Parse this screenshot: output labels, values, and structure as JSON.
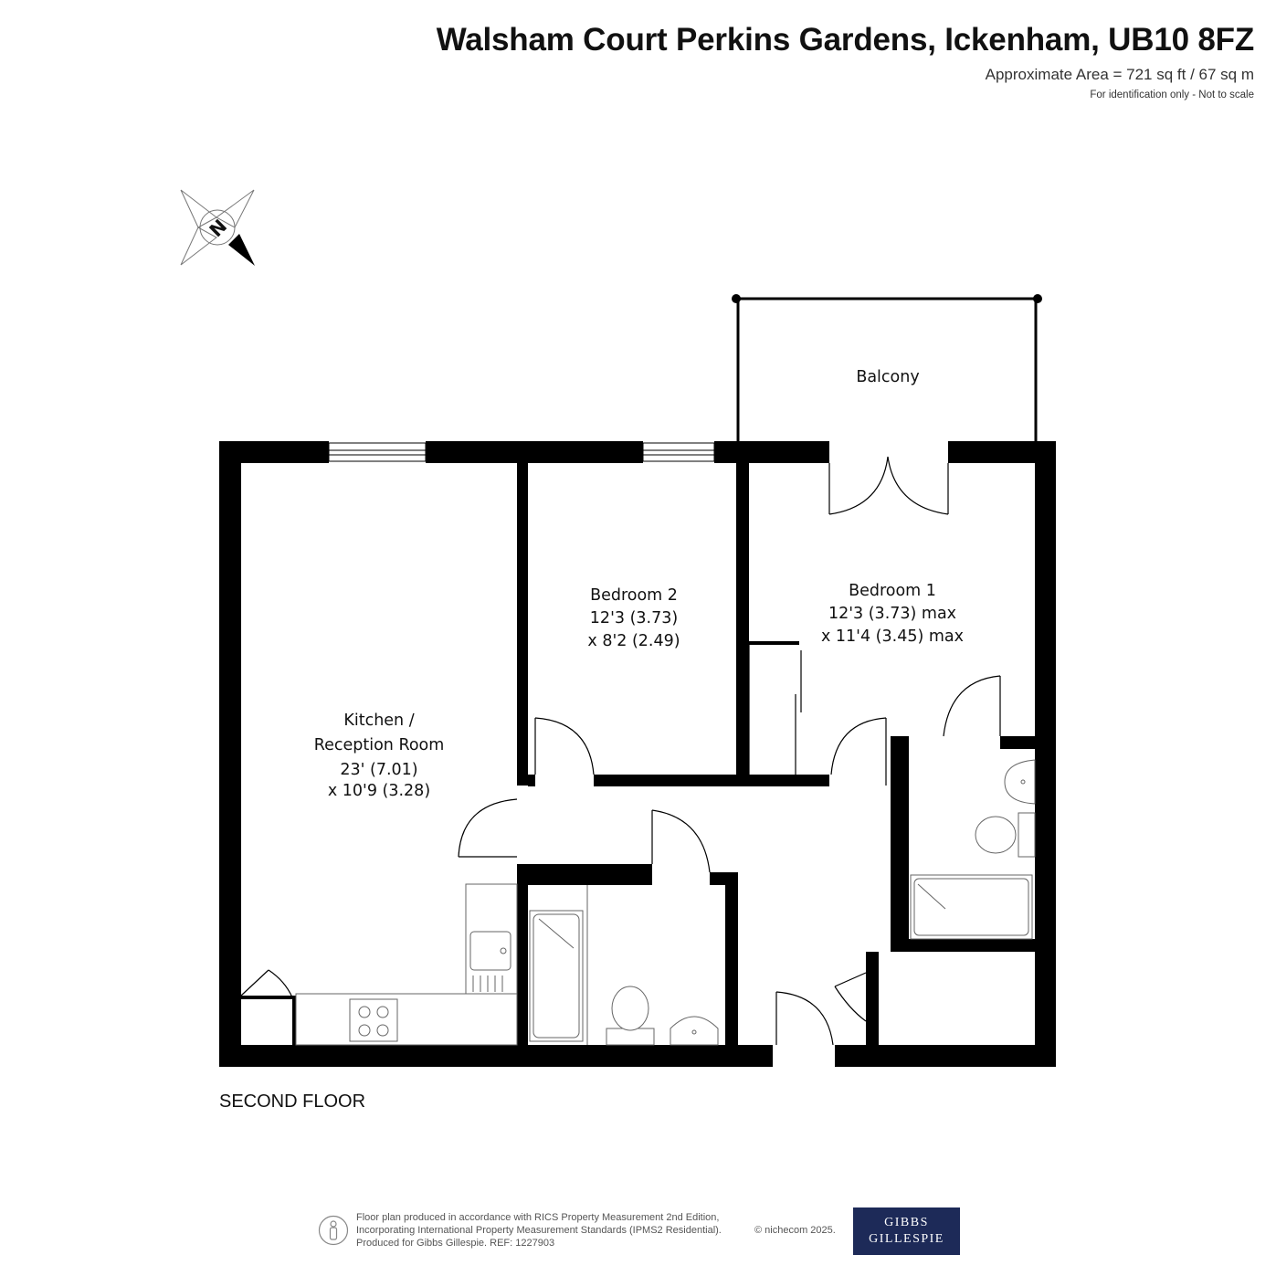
{
  "header": {
    "title": "Walsham Court Perkins Gardens, Ickenham, UB10 8FZ",
    "area": "Approximate Area = 721 sq ft / 67 sq m",
    "note": "For identification only - Not to scale"
  },
  "compass": {
    "label": "N"
  },
  "rooms": {
    "balcony": {
      "name": "Balcony"
    },
    "bedroom2": {
      "name": "Bedroom 2",
      "dim1": "12'3 (3.73)",
      "dim2": "x 8'2 (2.49)"
    },
    "bedroom1": {
      "name": "Bedroom 1",
      "dim1": "12'3 (3.73) max",
      "dim2": "x 11'4 (3.45) max"
    },
    "kitchen": {
      "name1": "Kitchen /",
      "name2": "Reception Room",
      "dim1": "23' (7.01)",
      "dim2": "x 10'9 (3.28)"
    }
  },
  "floor_label": "SECOND FLOOR",
  "footer": {
    "line1": "Floor plan produced in accordance with RICS Property Measurement 2nd Edition,",
    "line2": "Incorporating International Property Measurement Standards (IPMS2 Residential).",
    "line3": "Produced for Gibbs Gillespie.   REF: 1227903",
    "copyright": "© nichecom 2025.",
    "brand_line1": "GIBBS",
    "brand_line2": "GILLESPIE"
  },
  "colors": {
    "wall": "#000000",
    "fixture": "#666666",
    "brand": "#1d2a58"
  }
}
